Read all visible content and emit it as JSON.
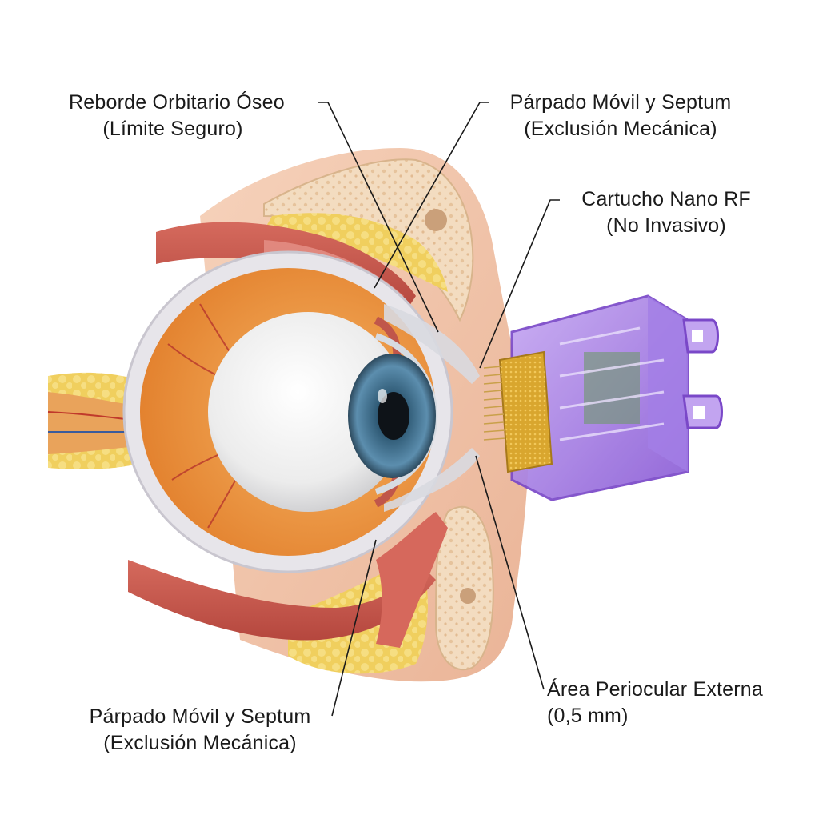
{
  "labels": {
    "orbital_rim": {
      "line1": "Reborde Orbitario Óseo",
      "line2": "(Límite Seguro)"
    },
    "eyelid_top": {
      "line1": "Párpado Móvil y Septum",
      "line2": "(Exclusión Mecánica)"
    },
    "cartridge": {
      "line1": "Cartucho Nano RF",
      "line2": "(No Invasivo)"
    },
    "eyelid_bottom": {
      "line1": "Párpado Móvil y Septum",
      "line2": "(Exclusión Mecánica)"
    },
    "periocular_area": {
      "line1": "Área Periocular Externa",
      "line2": "(0,5 mm)"
    }
  },
  "colors": {
    "background": "#ffffff",
    "skin": "#f2c4a8",
    "fat": "#f1d46a",
    "bone": "#f3dcc0",
    "muscle": "#c8554a",
    "sclera": "#f4f4f4",
    "iris": "#3f6f8f",
    "retina": "#f2a24a",
    "device": "#9b6fe0",
    "electrode_gold": "#d9a62e",
    "leader_line": "#1a1a1a"
  }
}
